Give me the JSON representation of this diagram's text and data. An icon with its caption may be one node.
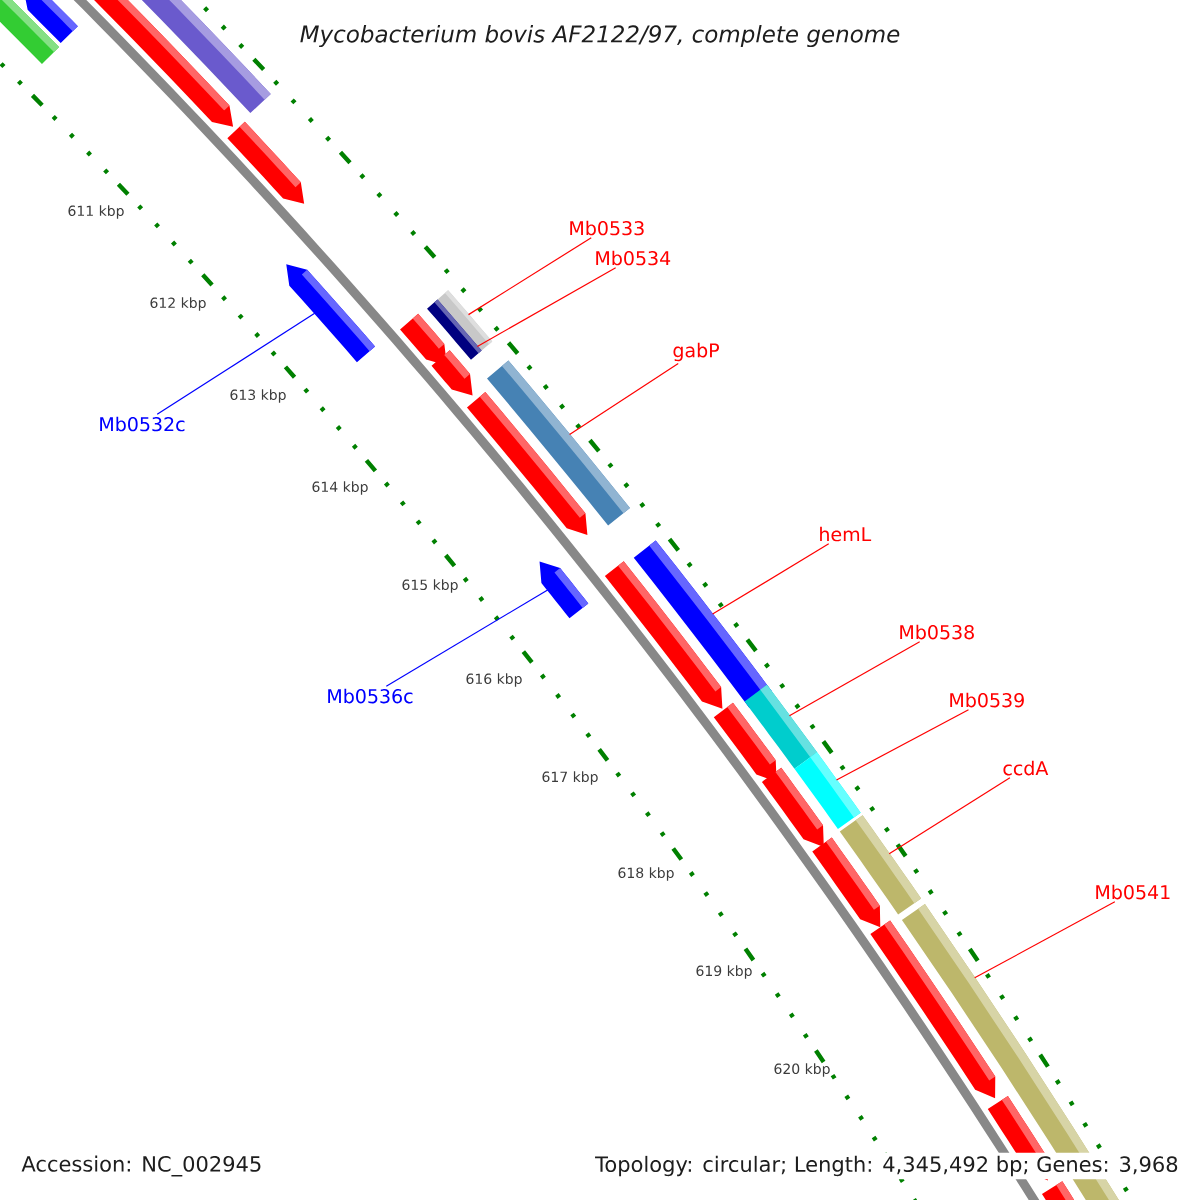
{
  "diagram": {
    "title": "Mycobacterium bovis AF2122/97, complete genome",
    "nodes": [
      {
        "text": [
          "Mb0533"
        ]
      },
      {
        "text": [
          "Mb0534"
        ]
      },
      {
        "text": [
          "gabP"
        ]
      },
      {
        "text": [
          "Mb0532c"
        ]
      },
      {
        "text": [
          "hemL"
        ]
      },
      {
        "text": [
          "Mb0538"
        ]
      },
      {
        "text": [
          "Mb0536c"
        ]
      },
      {
        "text": [
          "Mb0539"
        ]
      },
      {
        "text": [
          "ccdA"
        ]
      },
      {
        "text": [
          "Mb0541"
        ]
      },
      {
        "text": [],
        "shape": "bar"
      },
      {
        "text": [],
        "shape": "bar"
      },
      {
        "text": [],
        "shape": "bar"
      },
      {
        "text": [],
        "shape": "bar"
      },
      {
        "text": [],
        "shape": "bar"
      },
      {
        "text": [],
        "shape": "bar"
      },
      {
        "text": [],
        "shape": "bar"
      },
      {
        "text": [],
        "shape": "bar"
      },
      {
        "text": [],
        "shape": "bar"
      },
      {
        "text": [],
        "shape": "bar"
      },
      {
        "text": [],
        "shape": "bar"
      },
      {
        "text": [],
        "shape": "bar"
      },
      {
        "text": [],
        "shape": "bar"
      },
      {
        "text": [],
        "shape": "bar"
      },
      {
        "text": [],
        "shape": "bar"
      },
      {
        "text": [],
        "shape": "bar"
      },
      {
        "text": [],
        "shape": "bar"
      },
      {
        "text": [],
        "shape": "bar"
      },
      {
        "text": [],
        "shape": "bar"
      },
      {
        "text": [],
        "shape": "bar"
      },
      {
        "text": [],
        "shape": "bar"
      },
      {
        "text": [],
        "shape": "bar"
      },
      {
        "text": [],
        "shape": "bar"
      },
      {
        "text": [],
        "shape": "bar"
      },
      {
        "text": [],
        "shape": "bar"
      }
    ],
    "edges": [
      {
        "from": 0,
        "to": 16,
        "arrow": "none"
      },
      {
        "from": 1,
        "to": 17,
        "arrow": "none"
      },
      {
        "from": 2,
        "to": 20,
        "arrow": "none"
      },
      {
        "from": 3,
        "to": 15,
        "arrow": "none",
        "color": "#0000ff"
      },
      {
        "from": 4,
        "to": 24,
        "arrow": "none"
      },
      {
        "from": 5,
        "to": 26,
        "arrow": "none"
      },
      {
        "from": 6,
        "to": 22,
        "arrow": "none",
        "color": "#0000ff"
      },
      {
        "from": 7,
        "to": 28,
        "arrow": "none"
      },
      {
        "from": 8,
        "to": 27,
        "arrow": "none"
      },
      {
        "from": 9,
        "to": 31,
        "arrow": "none"
      }
    ],
    "labels": [
      "611 kbp",
      "612 kbp",
      "613 kbp",
      "614 kbp",
      "615 kbp",
      "616 kbp",
      "617 kbp",
      "618 kbp",
      "619 kbp",
      "620 kbp",
      "Accession: NC_002945",
      "Topology: circular; Length: 4,345,492 bp; Genes: 3,968"
    ]
  }
}
